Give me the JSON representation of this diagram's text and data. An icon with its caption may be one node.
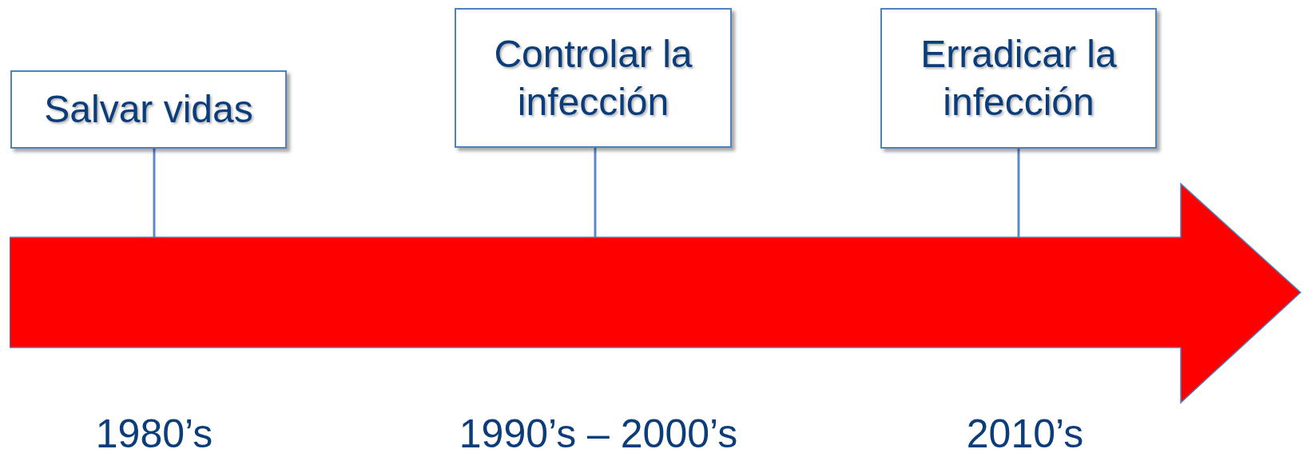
{
  "diagram": {
    "nodes": [
      {
        "text": [
          "Salvar vidas"
        ]
      },
      {
        "text": [
          "Controlar la infección"
        ]
      },
      {
        "text": [
          "Erradicar la infección"
        ]
      },
      {
        "text": [],
        "shape": "arrow"
      }
    ],
    "edges": [
      {
        "from": 0,
        "to": 3,
        "arrow": "none"
      },
      {
        "from": 1,
        "to": 3,
        "arrow": "none"
      },
      {
        "from": 2,
        "to": 3,
        "arrow": "none"
      }
    ],
    "labels": [
      "1980’s",
      "1990’s – 2000’s",
      "2010’s"
    ]
  }
}
